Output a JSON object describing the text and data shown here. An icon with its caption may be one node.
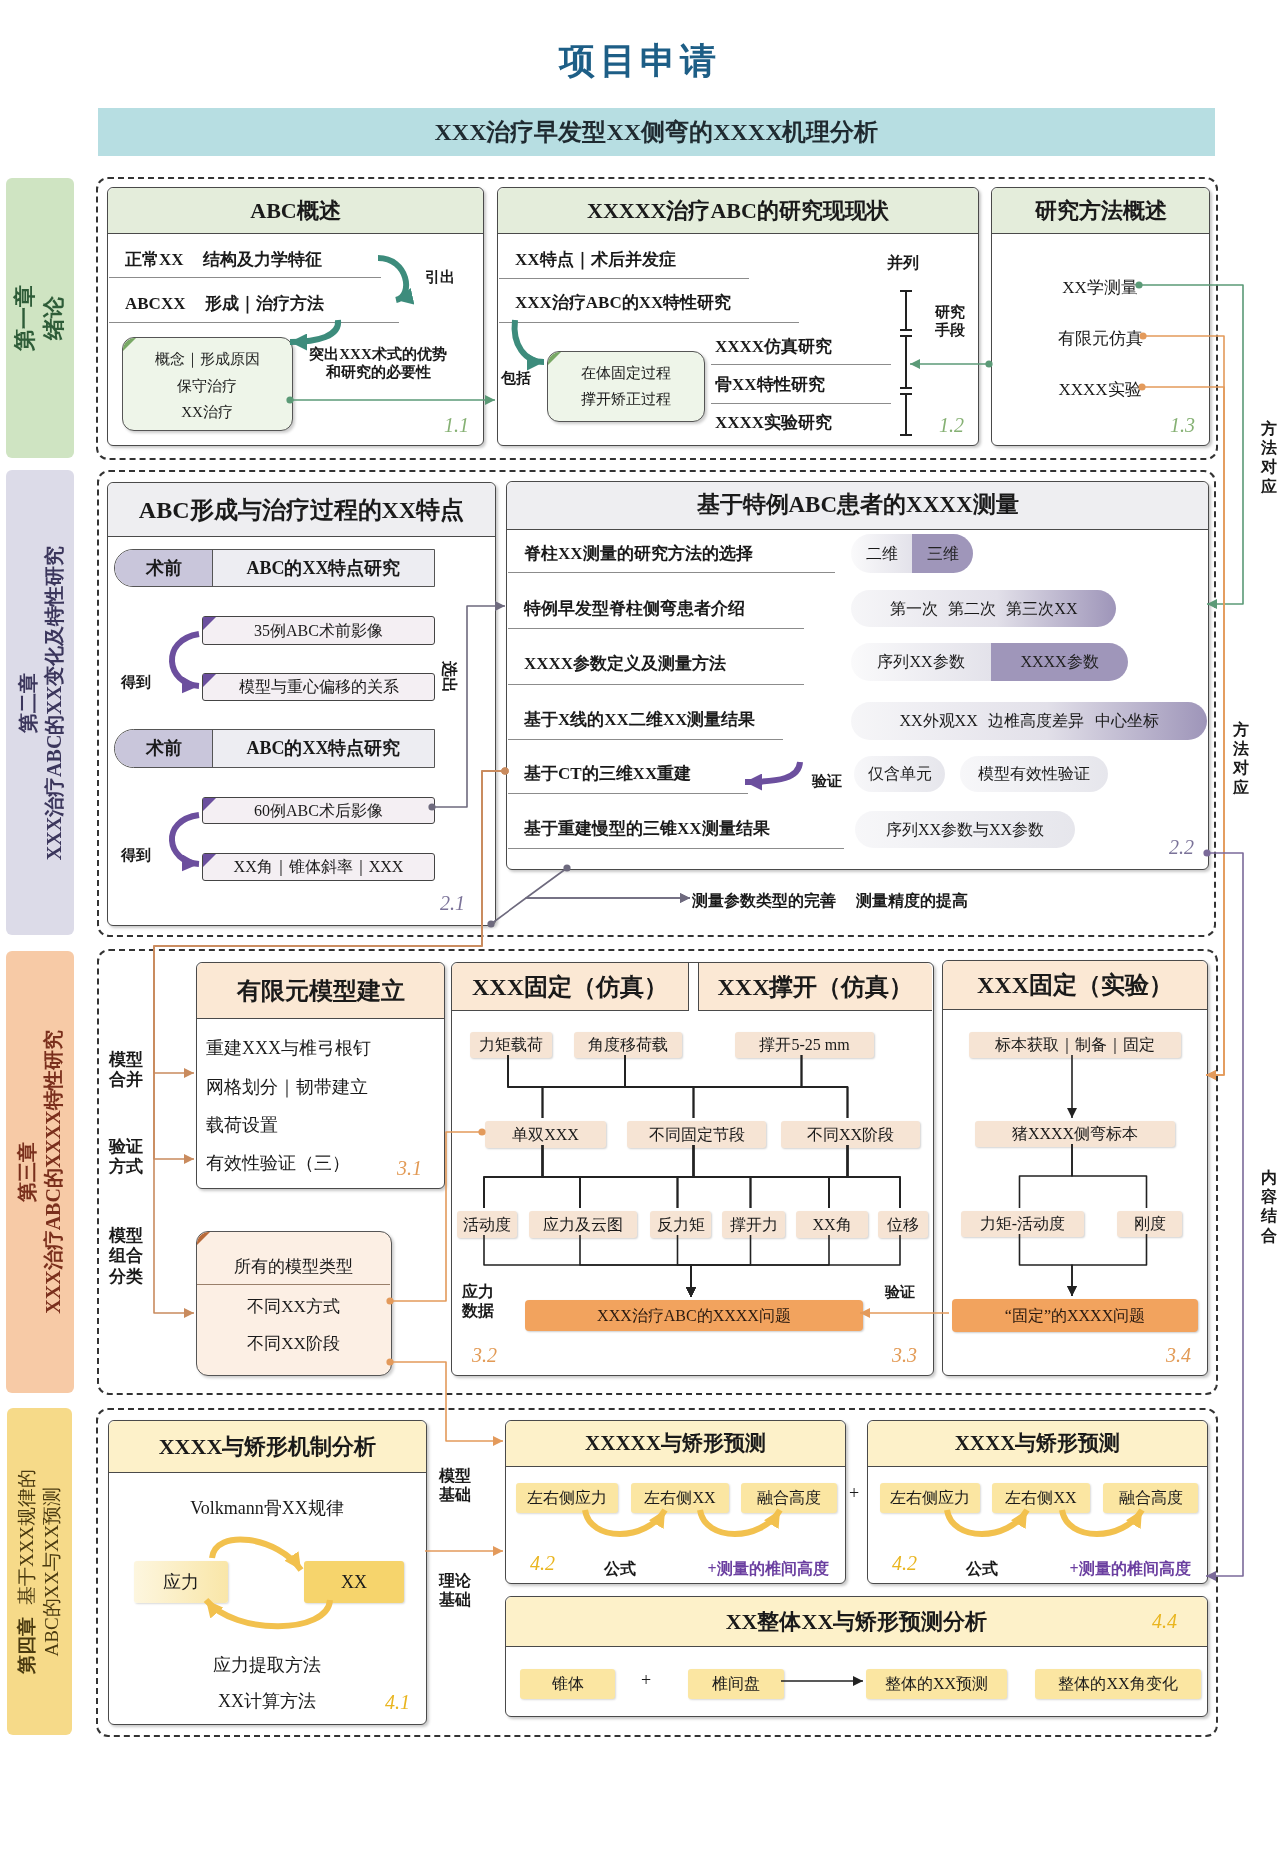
{
  "diagram": {
    "title": "项目申请",
    "nodes": [
      {
        "text": [
          "XXX治疗早发型XX侧弯的XXXX机理分析"
        ]
      },
      {
        "text": [
          "第一章",
          "绪论"
        ]
      },
      {
        "text": [],
        "shape": "box"
      },
      {
        "text": [
          "ABC概述",
          "1.1"
        ],
        "in": 2
      },
      {
        "text": [
          "正常XX 结构及力学特征"
        ],
        "in": 3
      },
      {
        "text": [
          "ABCXX 形成｜治疗方法"
        ],
        "in": 3
      },
      {
        "text": [
          "概念｜形成原因",
          "保守治疗",
          "XX治疗"
        ],
        "in": 3
      },
      {
        "text": [
          "XXXXX治疗ABC的研究现现状",
          "1.2"
        ],
        "in": 2
      },
      {
        "text": [
          "XX特点｜术后并发症"
        ],
        "in": 7
      },
      {
        "text": [
          "XXX治疗ABC的XX特性研究"
        ],
        "in": 7
      },
      {
        "text": [
          "在体固定过程",
          "撑开矫正过程"
        ],
        "in": 7
      },
      {
        "text": [
          "XXXX仿真研究"
        ],
        "in": 7
      },
      {
        "text": [
          "骨XX特性研究"
        ],
        "in": 7
      },
      {
        "text": [
          "XXXX实验研究"
        ],
        "in": 7
      },
      {
        "text": [],
        "shape": "bracket",
        "beside": [
          "并列"
        ],
        "in": 7
      },
      {
        "text": [
          "研究方法概述",
          "1.3"
        ],
        "in": 2
      },
      {
        "text": [
          "XX学测量"
        ],
        "in": 15
      },
      {
        "text": [
          "有限元仿真"
        ],
        "in": 15
      },
      {
        "text": [
          "XXXX实验"
        ],
        "in": 15
      },
      {
        "text": [
          "第二章",
          "XXX治疗ABC的XX变化及特性研究"
        ]
      },
      {
        "text": [],
        "shape": "box"
      },
      {
        "text": [
          "ABC形成与治疗过程的XX特点",
          "2.1"
        ],
        "in": 20
      },
      {
        "text": [
          "术前",
          "ABC的XX特点研究"
        ],
        "in": 21
      },
      {
        "text": [
          "35例ABC术前影像"
        ],
        "in": 21
      },
      {
        "text": [
          "模型与重心偏移的关系"
        ],
        "in": 21
      },
      {
        "text": [
          "术前",
          "ABC的XX特点研究"
        ],
        "in": 21
      },
      {
        "text": [
          "60例ABC术后影像"
        ],
        "in": 21
      },
      {
        "text": [
          "XX角｜锥体斜率｜XXX"
        ],
        "in": 21
      },
      {
        "text": [
          "基于特例ABC患者的XXXX测量",
          "2.2"
        ],
        "in": 20
      },
      {
        "text": [
          "脊柱XX测量的研究方法的选择"
        ],
        "in": 28
      },
      {
        "text": [
          "二维",
          "三维"
        ],
        "in": 28
      },
      {
        "text": [
          "特例早发型脊柱侧弯患者介绍"
        ],
        "in": 28
      },
      {
        "text": [
          "第一次 第二次 第三次XX"
        ],
        "in": 28
      },
      {
        "text": [
          "XXXX参数定义及测量方法"
        ],
        "in": 28
      },
      {
        "text": [
          "序列XX参数",
          "XXXX参数"
        ],
        "in": 28
      },
      {
        "text": [
          "基于X线的XX二维XX测量结果"
        ],
        "in": 28
      },
      {
        "text": [
          "XX外观XX 边椎高度差异 中心坐标"
        ],
        "in": 28
      },
      {
        "text": [
          "基于CT的三维XX重建"
        ],
        "in": 28
      },
      {
        "text": [
          "仅含单元"
        ],
        "in": 28
      },
      {
        "text": [
          "模型有效性验证"
        ],
        "in": 28
      },
      {
        "text": [
          "基于重建慢型的三锥XX测量结果"
        ],
        "in": 28
      },
      {
        "text": [
          "序列XX参数与XX参数"
        ],
        "in": 28
      },
      {
        "text": [
          "测量参数类型的完善 测量精度的提高"
        ],
        "in": 20
      },
      {
        "text": [
          "第三章",
          "XXX治疗ABC的XXXX特性研究"
        ]
      },
      {
        "text": [],
        "shape": "box"
      },
      {
        "text": [
          "有限元模型建立",
          "重建XXX与椎弓根钉",
          "网格划分｜韧带建立",
          "载荷设置",
          "有效性验证（三）",
          "3.1"
        ],
        "in": 44
      },
      {
        "text": [
          "所有的模型类型",
          "不同XX方式",
          "不同XX阶段"
        ],
        "in": 44
      },
      {
        "text": [
          "XXX固定（仿真）",
          "XXX撑开（仿真）",
          "3.2",
          "3.3"
        ],
        "in": 44
      },
      {
        "text": [
          "力矩载荷"
        ],
        "in": 47
      },
      {
        "text": [
          "角度移荷载"
        ],
        "in": 47
      },
      {
        "text": [
          "撑开5-25 mm"
        ],
        "in": 47
      },
      {
        "text": [
          "单双XXX"
        ],
        "in": 47
      },
      {
        "text": [
          "不同固定节段"
        ],
        "in": 47
      },
      {
        "text": [
          "不同XX阶段"
        ],
        "in": 47
      },
      {
        "text": [
          "活动度"
        ],
        "in": 47
      },
      {
        "text": [
          "应力及云图"
        ],
        "in": 47
      },
      {
        "text": [
          "反力矩"
        ],
        "in": 47
      },
      {
        "text": [
          "撑开力"
        ],
        "in": 47
      },
      {
        "text": [
          "XX角"
        ],
        "in": 47
      },
      {
        "text": [
          "位移"
        ],
        "in": 47
      },
      {
        "text": [
          "XXX治疗ABC的XXXX问题"
        ],
        "beside": [
          "应力数据"
        ],
        "in": 47
      },
      {
        "text": [
          "XXX固定（实验）",
          "3.4"
        ],
        "in": 44
      },
      {
        "text": [
          "标本获取｜制备｜固定"
        ],
        "in": 61
      },
      {
        "text": [
          "猪XXXX侧弯标本"
        ],
        "in": 61
      },
      {
        "text": [
          "力矩-活动度"
        ],
        "in": 61
      },
      {
        "text": [
          "刚度"
        ],
        "in": 61
      },
      {
        "text": [
          "“固定”的XXXX问题"
        ],
        "in": 61
      },
      {
        "text": [
          "第四章",
          "基于XXX规律的ABC的XX与XX预测"
        ]
      },
      {
        "text": [],
        "shape": "box"
      },
      {
        "text": [
          "XXXX与矫形机制分析",
          "Volkmann骨XX规律",
          "应力提取方法",
          "XX计算方法",
          "4.1"
        ],
        "in": 68
      },
      {
        "text": [
          "应力"
        ],
        "in": 69
      },
      {
        "text": [
          "XX"
        ],
        "in": 69
      },
      {
        "text": [
          "XXXXX与矫形预测",
          "4.2",
          "公式",
          "+测量的椎间高度"
        ],
        "in": 68
      },
      {
        "text": [
          "左右侧应力"
        ],
        "in": 72
      },
      {
        "text": [
          "左右侧XX"
        ],
        "in": 72
      },
      {
        "text": [
          "融合高度"
        ],
        "in": 72
      },
      {
        "text": [
          "XXXX与矫形预测",
          "4.2",
          "公式",
          "+测量的椎间高度"
        ],
        "in": 68
      },
      {
        "text": [
          "左右侧应力"
        ],
        "in": 76
      },
      {
        "text": [
          "左右侧XX"
        ],
        "in": 76
      },
      {
        "text": [
          "融合高度"
        ],
        "in": 76
      },
      {
        "text": [
          "XX整体XX与矫形预测分析",
          "4.4"
        ],
        "in": 68
      },
      {
        "text": [
          "锥体"
        ],
        "in": 80
      },
      {
        "text": [
          "椎间盘"
        ],
        "in": 80
      },
      {
        "text": [
          "整体的XX预测"
        ],
        "in": 80
      },
      {
        "text": [
          "整体的XX角变化"
        ],
        "in": 80
      }
    ],
    "edges": [
      {
        "from": 4,
        "to": 5,
        "arrow": "to",
        "label": "引出",
        "style": "thick",
        "color": "#3d8c7c"
      },
      {
        "from": 5,
        "to": 6,
        "arrow": "to",
        "style": "thick",
        "color": "#3d8c7c"
      },
      {
        "from": 6,
        "to": 7,
        "arrow": "to",
        "label": "突出XXX术式的优势和研究的必要性",
        "color": "#5b9a77"
      },
      {
        "from": 9,
        "to": 10,
        "arrow": "to",
        "label": "包括",
        "style": "thick",
        "color": "#3d8c7c"
      },
      {
        "from": 15,
        "to": 14,
        "arrow": "to",
        "label": "研究手段",
        "color": "#5b9a77"
      },
      {
        "from": 16,
        "to": 28,
        "arrow": "to",
        "label": "方法对应",
        "color": "#5b9a77"
      },
      {
        "from": 17,
        "to": 61,
        "arrow": "to",
        "label": "方法对应",
        "color": "#e39a5b"
      },
      {
        "from": 18,
        "to": 61,
        "arrow": "to",
        "color": "#e39a5b"
      },
      {
        "from": 23,
        "to": 24,
        "arrow": "to",
        "label": "得到",
        "style": "thick",
        "color": "#6c4f9e"
      },
      {
        "from": 26,
        "to": 31,
        "arrow": "to",
        "label": "选出",
        "color": "#6e6a7e"
      },
      {
        "from": 26,
        "to": 27,
        "arrow": "to",
        "label": "得到",
        "style": "thick",
        "color": "#6c4f9e"
      },
      {
        "from": 37,
        "to": 45,
        "arrow": "to",
        "label": "模型合并",
        "color": "#c98b5e"
      },
      {
        "from": 37,
        "to": 45,
        "arrow": "to",
        "label": "验证方式",
        "color": "#c98b5e"
      },
      {
        "from": 37,
        "to": 46,
        "arrow": "to",
        "label": "模型组合分类",
        "color": "#c98b5e"
      },
      {
        "from": null,
        "to": 37,
        "arrow": "to",
        "label": "验证",
        "style": "thick",
        "color": "#6c4f9e"
      },
      {
        "from": 21,
        "to": 42,
        "arrow": "to",
        "color": "#6e6a7e"
      },
      {
        "from": 28,
        "to": 42,
        "arrow": "to",
        "color": "#6e6a7e"
      },
      {
        "from": 28,
        "to": 76,
        "arrow": "to",
        "label": "内容结合",
        "color": "#7b6a9a"
      },
      {
        "from": 46,
        "to": 51,
        "arrow": "other",
        "color": "#e39a5b"
      },
      {
        "from": 46,
        "to": 72,
        "arrow": "to",
        "label": "模型基础",
        "color": "#e39a5b"
      },
      {
        "from": 69,
        "to": 72,
        "arrow": "to",
        "label": "理论基础",
        "color": "#e39a5b"
      },
      {
        "from": 48,
        "to": 51,
        "arrow": "none"
      },
      {
        "from": 48,
        "to": 52,
        "arrow": "none"
      },
      {
        "from": 48,
        "to": 53,
        "arrow": "none"
      },
      {
        "from": 49,
        "to": 51,
        "arrow": "none"
      },
      {
        "from": 49,
        "to": 52,
        "arrow": "none"
      },
      {
        "from": 49,
        "to": 53,
        "arrow": "none"
      },
      {
        "from": 50,
        "to": 51,
        "arrow": "none"
      },
      {
        "from": 50,
        "to": 52,
        "arrow": "none"
      },
      {
        "from": 50,
        "to": 53,
        "arrow": "none"
      },
      {
        "from": 51,
        "to": 54,
        "arrow": "none"
      },
      {
        "from": 51,
        "to": 55,
        "arrow": "none"
      },
      {
        "from": 51,
        "to": 56,
        "arrow": "none"
      },
      {
        "from": 51,
        "to": 57,
        "arrow": "none"
      },
      {
        "from": 51,
        "to": 58,
        "arrow": "none"
      },
      {
        "from": 51,
        "to": 59,
        "arrow": "none"
      },
      {
        "from": 52,
        "to": 54,
        "arrow": "none"
      },
      {
        "from": 52,
        "to": 55,
        "arrow": "none"
      },
      {
        "from": 52,
        "to": 56,
        "arrow": "none"
      },
      {
        "from": 52,
        "to": 57,
        "arrow": "none"
      },
      {
        "from": 52,
        "to": 58,
        "arrow": "none"
      },
      {
        "from": 52,
        "to": 59,
        "arrow": "none"
      },
      {
        "from": 53,
        "to": 54,
        "arrow": "none"
      },
      {
        "from": 53,
        "to": 55,
        "arrow": "none"
      },
      {
        "from": 53,
        "to": 56,
        "arrow": "none"
      },
      {
        "from": 53,
        "to": 57,
        "arrow": "none"
      },
      {
        "from": 53,
        "to": 58,
        "arrow": "none"
      },
      {
        "from": 53,
        "to": 59,
        "arrow": "none"
      },
      {
        "from": 54,
        "to": 60,
        "arrow": "to"
      },
      {
        "from": 55,
        "to": 60,
        "arrow": "to"
      },
      {
        "from": 56,
        "to": 60,
        "arrow": "to"
      },
      {
        "from": 57,
        "to": 60,
        "arrow": "to"
      },
      {
        "from": 58,
        "to": 60,
        "arrow": "to"
      },
      {
        "from": 59,
        "to": 60,
        "arrow": "to"
      },
      {
        "from": 62,
        "to": 63,
        "arrow": "to"
      },
      {
        "from": 63,
        "to": 64,
        "arrow": "none"
      },
      {
        "from": 63,
        "to": 65,
        "arrow": "none"
      },
      {
        "from": 64,
        "to": 66,
        "arrow": "to"
      },
      {
        "from": 65,
        "to": 66,
        "arrow": "to"
      },
      {
        "from": 66,
        "to": 60,
        "arrow": "to",
        "label": "验证",
        "color": "#e39a5b"
      },
      {
        "from": 70,
        "to": 71,
        "arrow": "to",
        "style": "thick",
        "color": "#f2c14e"
      },
      {
        "from": 71,
        "to": 70,
        "arrow": "to",
        "style": "thick",
        "color": "#f2c14e"
      },
      {
        "from": 73,
        "to": 74,
        "arrow": "to",
        "style": "thick",
        "color": "#f2c14e"
      },
      {
        "from": 74,
        "to": 75,
        "arrow": "to",
        "style": "thick",
        "color": "#f2c14e"
      },
      {
        "from": 77,
        "to": 78,
        "arrow": "to",
        "style": "thick",
        "color": "#f2c14e"
      },
      {
        "from": 78,
        "to": 79,
        "arrow": "to",
        "style": "thick",
        "color": "#f2c14e"
      },
      {
        "from": 82,
        "to": 83,
        "arrow": "to"
      }
    ],
    "labels": [
      "+",
      "+"
    ]
  }
}
